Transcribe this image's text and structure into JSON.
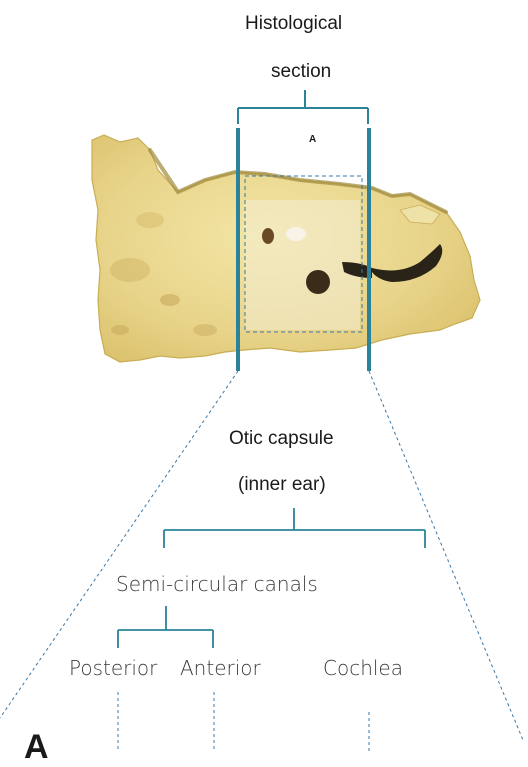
{
  "header": {
    "line1": "Histological",
    "line2": "section"
  },
  "specimen": {
    "marker": "A"
  },
  "otic": {
    "line1": "Otic capsule",
    "line2": "(inner ear)"
  },
  "tree": {
    "semicircular": "Semi-circular canals",
    "posterior": "Posterior",
    "anterior": "Anterior",
    "cochlea": "Cochlea"
  },
  "panel_letter": "A",
  "colors": {
    "section_bar": "#2b8299",
    "bone": "#ead98e",
    "dark_tissue": "#2a2418",
    "box_dash": "#3a77a8"
  }
}
